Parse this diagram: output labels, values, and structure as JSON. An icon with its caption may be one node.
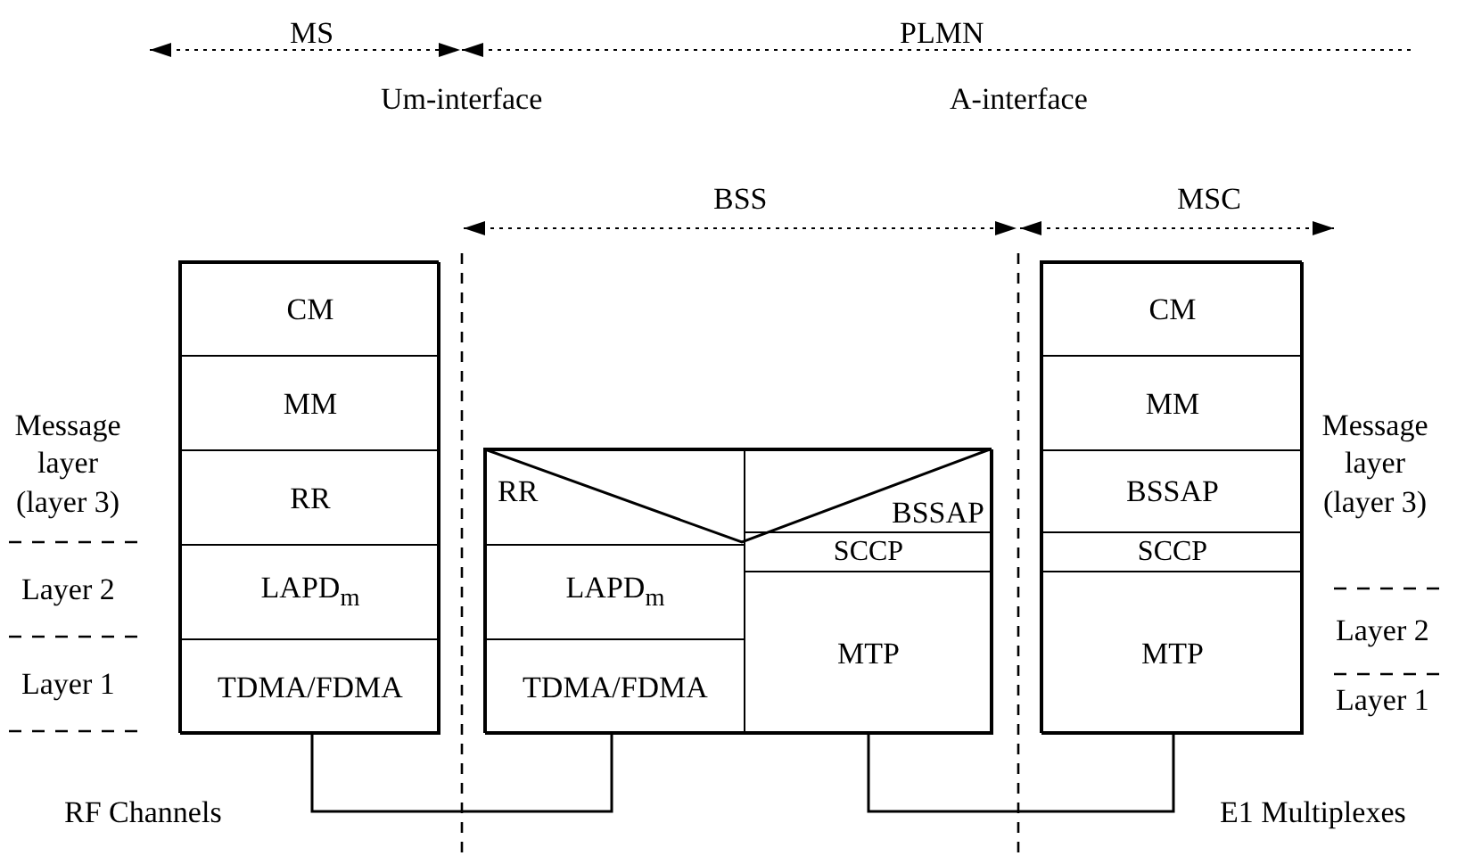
{
  "diagram": {
    "nodes": [
      {
        "text": [],
        "shape": "box"
      },
      {
        "text": [
          "CM"
        ],
        "in": 0
      },
      {
        "text": [
          "MM"
        ],
        "in": 0
      },
      {
        "text": [
          "RR"
        ],
        "in": 0
      },
      {
        "text": [
          "LAPD$_{m}$"
        ],
        "in": 0
      },
      {
        "text": [
          "TDMA/FDMA"
        ],
        "in": 0
      },
      {
        "text": [],
        "shape": "box"
      },
      {
        "text": [
          "RR"
        ],
        "in": 6
      },
      {
        "text": [
          "LAPD$_{m}$"
        ],
        "in": 6
      },
      {
        "text": [
          "TDMA/FDMA"
        ],
        "in": 6
      },
      {
        "text": [
          "BSSAP"
        ],
        "in": 6
      },
      {
        "text": [
          "SCCP"
        ],
        "in": 6
      },
      {
        "text": [
          "MTP"
        ],
        "in": 6
      },
      {
        "text": [],
        "shape": "box"
      },
      {
        "text": [
          "CM"
        ],
        "in": 13
      },
      {
        "text": [
          "MM"
        ],
        "in": 13
      },
      {
        "text": [
          "BSSAP"
        ],
        "in": 13
      },
      {
        "text": [
          "SCCP"
        ],
        "in": 13
      },
      {
        "text": [
          "MTP"
        ],
        "in": 13
      }
    ],
    "edges": [
      {
        "from": 5,
        "to": 9,
        "arrow": "none"
      },
      {
        "from": 12,
        "to": 18,
        "arrow": "none"
      }
    ],
    "labels": [
      "MS",
      "PLMN",
      "Um-interface",
      "A-interface",
      "BSS",
      "MSC",
      "Message layer (layer 3)",
      "Message layer (layer 3)",
      "Layer 2",
      "Layer 2",
      "Layer 1",
      "Layer 1",
      "RF Channels",
      "E1 Multiplexes"
    ]
  }
}
